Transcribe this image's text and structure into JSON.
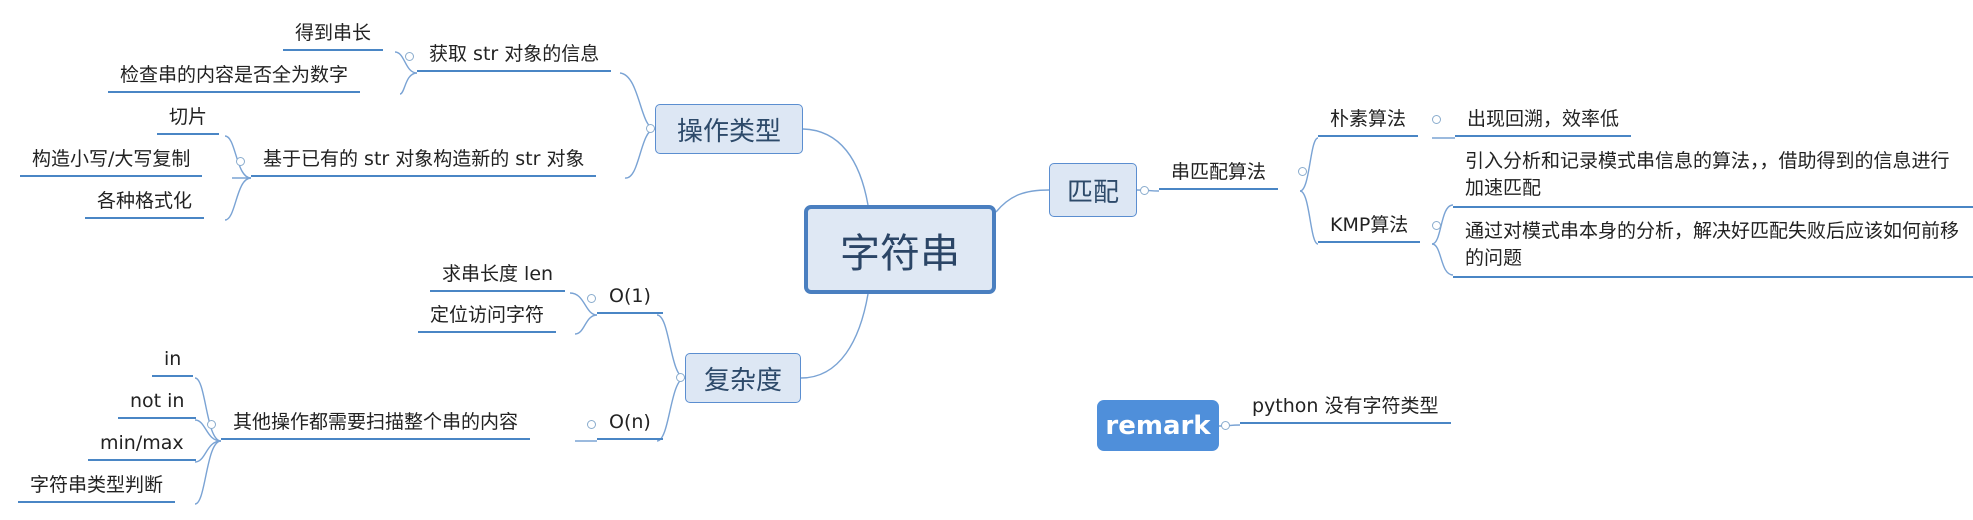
{
  "root": {
    "label": "字符串"
  },
  "branches": {
    "ops": {
      "label": "操作类型",
      "get_info": {
        "label": "获取 str 对象的信息",
        "items": [
          "得到串长",
          "检查串的内容是否全为数字"
        ]
      },
      "build_new": {
        "label": "基于已有的 str 对象构造新的 str 对象",
        "items": [
          "切片",
          "构造小写/大写复制",
          "各种格式化"
        ]
      }
    },
    "complexity": {
      "label": "复杂度",
      "o1": {
        "label": "O(1)",
        "items": [
          "求串长度 len",
          "定位访问字符"
        ]
      },
      "on": {
        "label": "O(n)",
        "scan": {
          "label": "其他操作都需要扫描整个串的内容",
          "items": [
            "in",
            "not in",
            "min/max",
            "字符串类型判断"
          ]
        }
      }
    },
    "match": {
      "label": "匹配",
      "algo": {
        "label": "串匹配算法",
        "naive": {
          "label": "朴素算法",
          "items": [
            "出现回溯，效率低"
          ]
        },
        "kmp": {
          "label": "KMP算法",
          "items": [
            "引入分析和记录模式串信息的算法，，借助得到的信息进行加速匹配",
            "通过对模式串本身的分析，解决好匹配失败后应该如何前移的问题"
          ]
        }
      }
    }
  },
  "remark": {
    "label": "remark",
    "note": "python 没有字符类型"
  },
  "colors": {
    "line": "#4a86c5",
    "connector": "#7aa3d4",
    "box_fill": "#dde7f4",
    "remark_fill": "#4f8fda"
  }
}
